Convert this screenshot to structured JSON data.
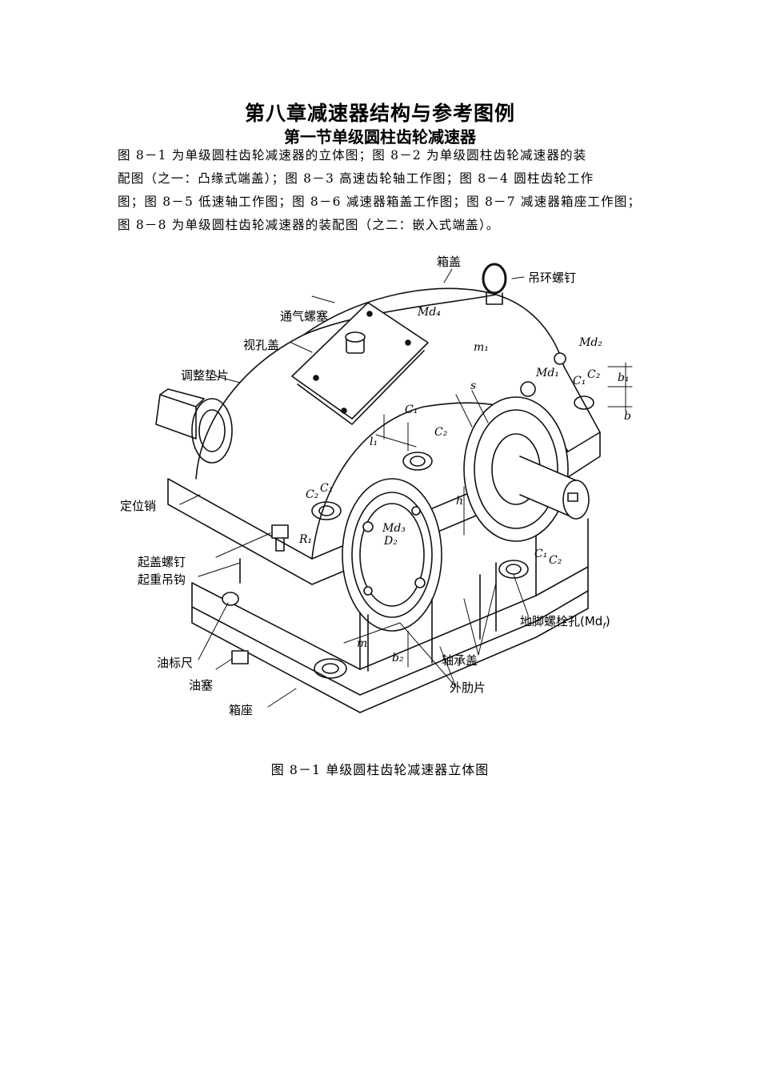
{
  "document": {
    "title": "第八章减速器结构与参考图例",
    "subtitle": "第一节单级圆柱齿轮减速器",
    "paragraph_lines": [
      "图 8－1 为单级圆柱齿轮减速器的立体图；图 8－2 为单级圆柱齿轮减速器的装",
      "配图（之一：凸缘式端盖）；图 8－3 高速齿轮轴工作图；图 8－4 圆柱齿轮工作",
      "图；图 8－5 低速轴工作图；图 8－6 减速器箱盖工作图；图 8－7 减速器箱座工作图；",
      "图 8－8 为单级圆柱齿轮减速器的装配图（之二：嵌入式端盖）。"
    ],
    "caption": "图 8－1 单级圆柱齿轮减速器立体图"
  },
  "figure": {
    "part_labels": {
      "cover": "箱盖",
      "lifting_eye_bolt": "吊环螺钉",
      "vent_plug": "通气螺塞",
      "inspection_cover": "视孔盖",
      "adjusting_shim": "调整垫片",
      "locating_pin": "定位销",
      "cover_jack_screw": "起盖螺钉",
      "lifting_hook": "起重吊钩",
      "dipstick": "油标尺",
      "drain_plug": "油塞",
      "base": "箱座",
      "outer_rib": "外肋片",
      "bearing_cap": "轴承盖",
      "anchor_bolt_hole": "地脚螺栓孔(Md",
      "anchor_bolt_hole_sub": "f",
      "anchor_bolt_hole_close": ")"
    },
    "symbols": {
      "Md4": "Md₄",
      "Md2": "Md₂",
      "Md1": "Md₁",
      "Md3": "Md₃",
      "D2": "D₂",
      "m1": "m₁",
      "s": "s",
      "C1_top": "C₁",
      "C2_top": "C₂",
      "b1": "b₁",
      "b": "b",
      "l1": "l₁",
      "C1_mid": "C₁",
      "C2_mid": "C₂",
      "C2_left": "C₂",
      "C1_left": "C₁",
      "R1": "R₁",
      "h": "h",
      "C1_right": "C₁",
      "C2_right": "C₂",
      "m": "m",
      "b2": "b₂"
    }
  }
}
